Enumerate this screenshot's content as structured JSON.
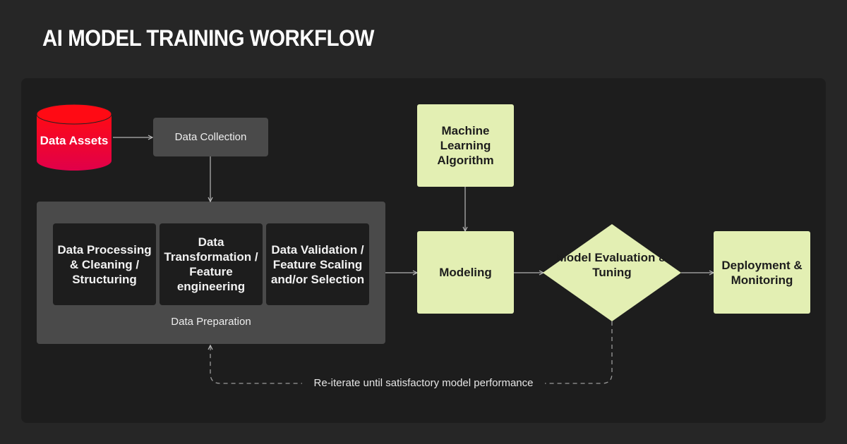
{
  "title": "AI MODEL TRAINING WORKFLOW",
  "colors": {
    "background": "#262626",
    "panel": "#1d1d1d",
    "gray_node": "#4a4a4a",
    "accent_green": "#e3efb3",
    "db_red_top": "#ff0a14",
    "db_red_bottom": "#e0004a",
    "wire": "#9a9a9a"
  },
  "nodes": {
    "data_assets": "Data Assets",
    "data_collection": "Data Collection",
    "data_preparation": {
      "label": "Data Preparation",
      "steps": [
        "Data Processing & Cleaning / Structuring",
        "Data Transformation / Feature engineering",
        "Data Validation / Feature Scaling and/or Selection"
      ]
    },
    "ml_algorithm": "Machine Learning Algorithm",
    "modeling": "Modeling",
    "evaluation": "Model Evaluation & Tuning",
    "deployment": "Deployment & Monitoring"
  },
  "loop": {
    "label": "Re-iterate until satisfactory model performance"
  }
}
